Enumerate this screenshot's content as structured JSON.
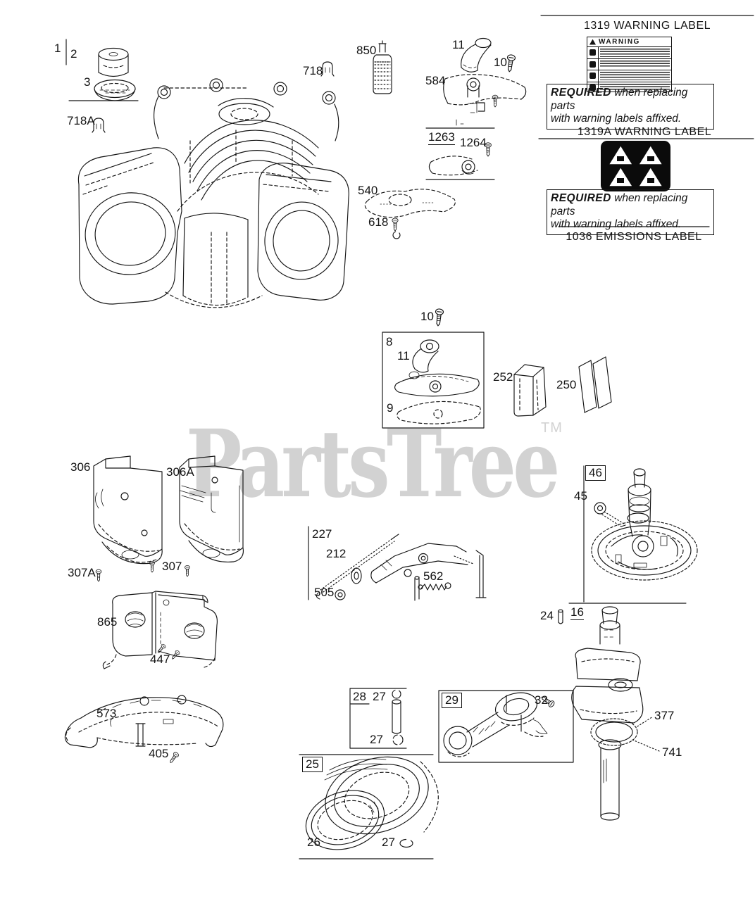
{
  "page": {
    "background": "#ffffff",
    "ink": "#141414"
  },
  "watermark": {
    "text": "PartsTree",
    "tm": "TM",
    "color": "#d2d2d2"
  },
  "warning_section": {
    "s1319_title": "1319 WARNING LABEL",
    "sticker_word": "WARNING",
    "required1_bold": "REQUIRED",
    "required1_rest": " when replacing parts",
    "required1_line2": "with warning labels affixed.",
    "s1319a_title": "1319A WARNING LABEL",
    "required2_bold": "REQUIRED",
    "required2_rest": " when replacing parts",
    "required2_line2": "with warning labels affixed.",
    "s1036_title": "1036 EMISSIONS LABEL"
  },
  "part_labels": {
    "l1": {
      "text": "1"
    },
    "l2": {
      "text": "2"
    },
    "l3": {
      "text": "3"
    },
    "l718A": {
      "text": "718A"
    },
    "l718": {
      "text": "718"
    },
    "l850": {
      "text": "850"
    },
    "l11a": {
      "text": "11"
    },
    "l10a": {
      "text": "10"
    },
    "l584": {
      "text": "584"
    },
    "l1263": {
      "text": "1263"
    },
    "l1264": {
      "text": "1264"
    },
    "l540": {
      "text": "540"
    },
    "l618": {
      "text": "618"
    },
    "l10b": {
      "text": "10"
    },
    "l8": {
      "text": "8"
    },
    "l11b": {
      "text": "11"
    },
    "l9": {
      "text": "9"
    },
    "l252": {
      "text": "252"
    },
    "l250": {
      "text": "250"
    },
    "l306": {
      "text": "306"
    },
    "l306A": {
      "text": "306A"
    },
    "l307A": {
      "text": "307A"
    },
    "l307": {
      "text": "307"
    },
    "l865": {
      "text": "865"
    },
    "l447": {
      "text": "447"
    },
    "l573": {
      "text": "573"
    },
    "l405": {
      "text": "405"
    },
    "l227": {
      "text": "227"
    },
    "l212": {
      "text": "212"
    },
    "l505": {
      "text": "505"
    },
    "l562": {
      "text": "562"
    },
    "l46": {
      "text": "46"
    },
    "l45": {
      "text": "45"
    },
    "l24": {
      "text": "24"
    },
    "l16": {
      "text": "16"
    },
    "l377": {
      "text": "377"
    },
    "l741": {
      "text": "741"
    },
    "l28": {
      "text": "28"
    },
    "l27a": {
      "text": "27"
    },
    "l27b": {
      "text": "27"
    },
    "l29": {
      "text": "29"
    },
    "l32": {
      "text": "32"
    },
    "l25": {
      "text": "25"
    },
    "l26": {
      "text": "26"
    },
    "l27c": {
      "text": "27"
    }
  }
}
